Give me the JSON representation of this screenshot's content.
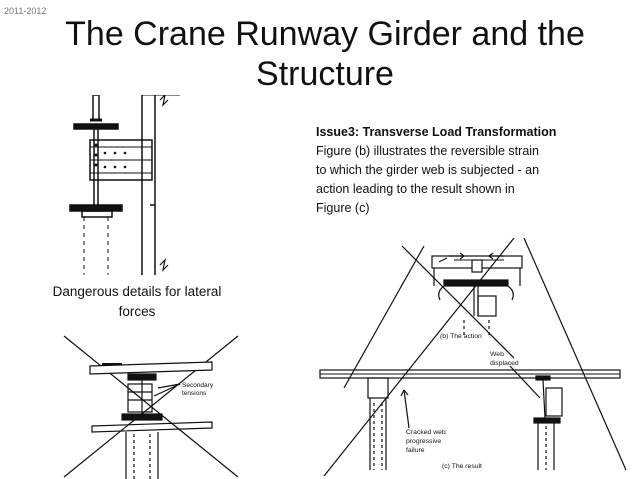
{
  "slide": {
    "year_range": "2011-2012",
    "title_line1": "The Crane Runway Girder and the",
    "title_line2": "Structure"
  },
  "issue": {
    "heading": "Issue3: Transverse Load Transformation",
    "body_line1": "Figure (b) illustrates the reversible strain",
    "body_line2": "to which the girder web is subjected - an",
    "body_line3": "action leading to the result shown in",
    "body_line4": "Figure (c)"
  },
  "left_caption": {
    "line1": "Dangerous details for lateral",
    "line2": "forces"
  },
  "figure_bottom_left": {
    "label_secondary": "Secondary",
    "label_tensions": "tensions"
  },
  "figure_right": {
    "label_action": "(b) The action",
    "label_web": "Web",
    "label_displaced": "displaced",
    "label_cracked_web": "Cracked web:",
    "label_progressive": "progressive",
    "label_failure": "failure",
    "label_result": "(c) The result"
  }
}
